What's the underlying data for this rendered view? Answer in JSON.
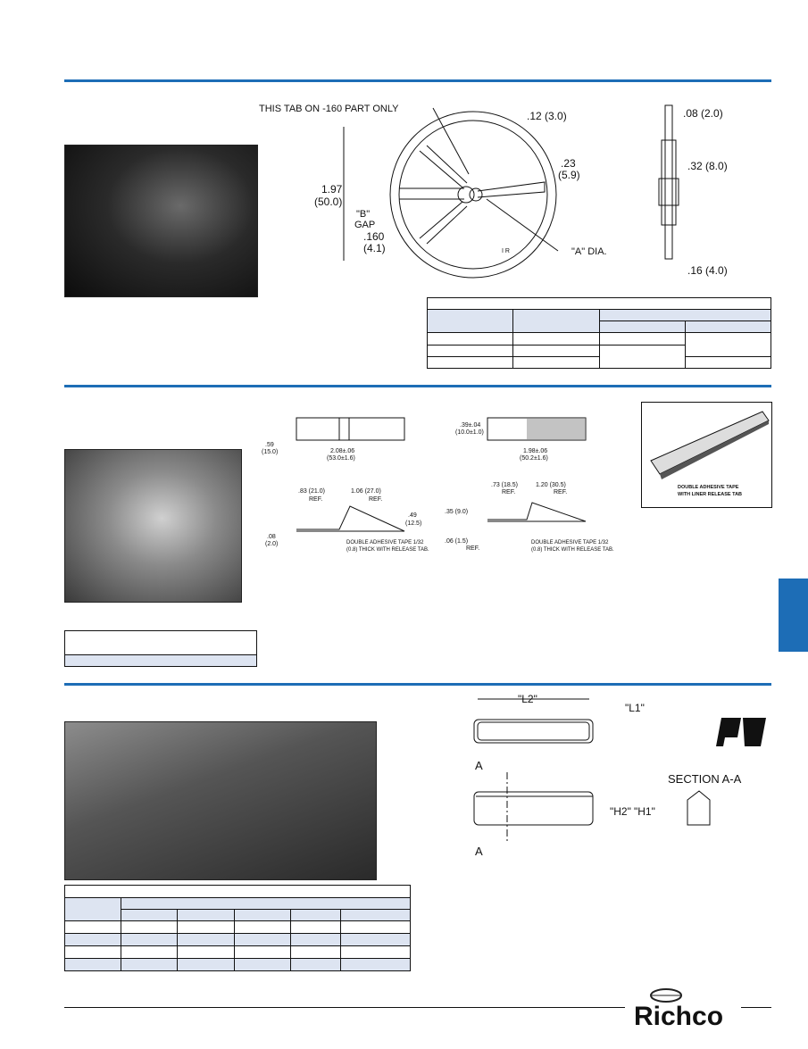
{
  "drawing1": {
    "tab_note": "THIS TAB ON -160 PART ONLY",
    "dim_thickness": ".12 (3.0)",
    "dim_height": "1.97",
    "dim_height_mm": "(50.0)",
    "gap_label": "\"B\"",
    "gap_word": "GAP",
    "dim_160": ".160",
    "dim_160_mm": "(4.1)",
    "dim_23": ".23",
    "dim_23_mm": "(5.9)",
    "a_dia": "\"A\" DIA.",
    "side_08": ".08 (2.0)",
    "side_32": ".32 (8.0)",
    "side_16": ".16 (4.0)",
    "mark": "I R"
  },
  "drawing2": {
    "left": {
      "h": ".59",
      "h_mm": "(15.0)",
      "w": "2.08±.06",
      "w_mm": "(53.0±1.6)",
      "ref1": ".83 (21.0)",
      "ref2": "1.06 (27.0)",
      "ref": "REF.",
      "h2": ".49",
      "h2_mm": "(12.5)",
      "t": ".08",
      "t_mm": "(2.0)",
      "note1": "DOUBLE ADHESIVE TAPE 1/32",
      "note2": "(0.8) THICK WITH RELEASE TAB."
    },
    "right": {
      "h": ".39±.04",
      "h_mm": "(10.0±1.0)",
      "w": "1.98±.06",
      "w_mm": "(50.2±1.6)",
      "ref1": ".73 (18.5)",
      "ref2": "1.20 (30.5)",
      "ref": "REF.",
      "h2": ".35 (9.0)",
      "t": ".06 (1.5)",
      "note1": "DOUBLE ADHESIVE TAPE 1/32",
      "note2": "(0.8) THICK WITH RELEASE TAB."
    },
    "inset_caption1": "DOUBLE ADHESIVE TAPE",
    "inset_caption2": "WITH LINER RELEASE TAB"
  },
  "drawing3": {
    "l2": "\"L2\"",
    "l1": "\"L1\"",
    "a": "A",
    "h2": "\"H2\"",
    "h1": "\"H1\"",
    "section": "SECTION A-A"
  },
  "logos": {
    "ul": "UL",
    "brand": "Richco"
  },
  "colors": {
    "accent": "#1d6db6",
    "table_fill": "#dde4f1"
  }
}
